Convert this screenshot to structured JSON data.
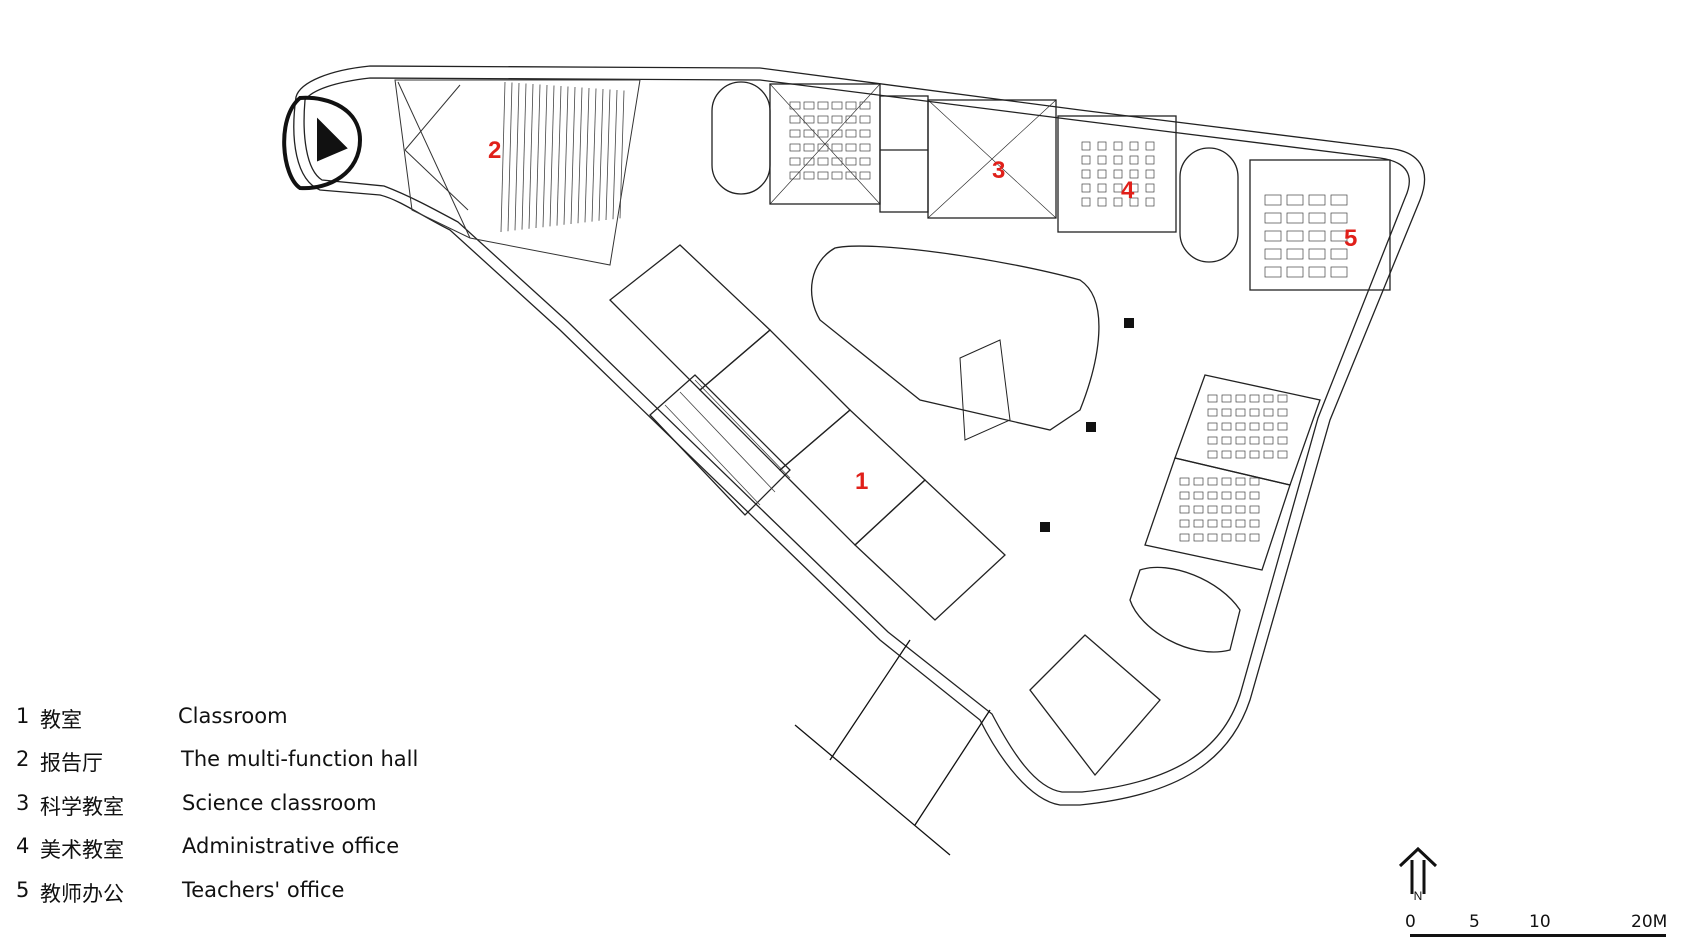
{
  "room_labels": [
    {
      "num": "1"
    },
    {
      "num": "2"
    },
    {
      "num": "3"
    },
    {
      "num": "4"
    },
    {
      "num": "5"
    }
  ],
  "legend": [
    {
      "num": "1",
      "cn": "教室",
      "en": "Classroom"
    },
    {
      "num": "2",
      "cn": "报告厅",
      "en": "The multi-function hall"
    },
    {
      "num": "3",
      "cn": "科学教室",
      "en": "Science classroom"
    },
    {
      "num": "4",
      "cn": "美术教室",
      "en": "Administrative office"
    },
    {
      "num": "5",
      "cn": "教师办公",
      "en": "Teachers' office"
    }
  ],
  "scale_bar": {
    "ticks": [
      "0",
      "5",
      "10",
      "20M"
    ]
  },
  "colors": {
    "label": "#e0201a",
    "line": "#111111"
  },
  "icons": {
    "north": "north-arrow-icon"
  }
}
